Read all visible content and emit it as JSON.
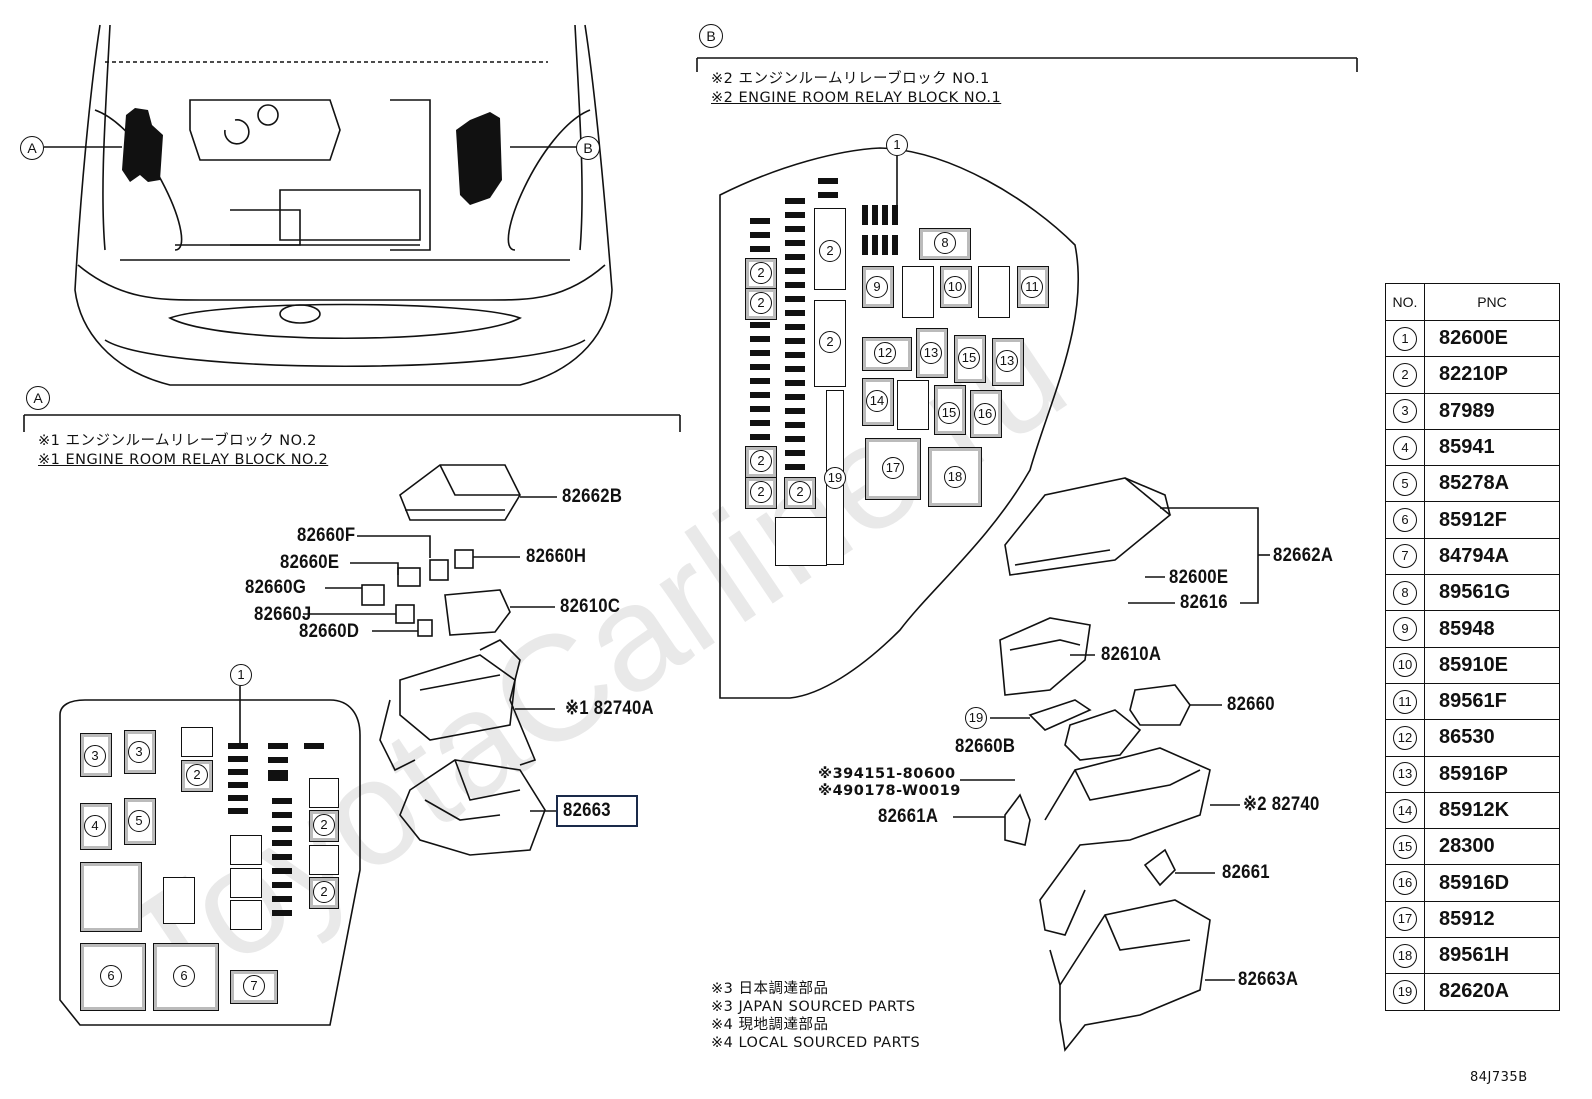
{
  "watermark": "ToyotaCarline.ru",
  "callouts": {
    "a": "A",
    "b": "B"
  },
  "section_a": {
    "tag": "A",
    "note_jp": "※1 エンジンルームリレーブロック NO.2",
    "note_en": "※1 ENGINE ROOM RELAY BLOCK NO.2",
    "parts": {
      "p82662B": "82662B",
      "p82660F": "82660F",
      "p82660E": "82660E",
      "p82660H": "82660H",
      "p82660G": "82660G",
      "p82660J": "82660J",
      "p82610C": "82610C",
      "p82660D": "82660D",
      "p82740A": "※1 82740A",
      "p82663": "82663"
    },
    "layout_circles": {
      "c1": "1",
      "c2a": "2",
      "c2b": "2",
      "c2c": "2",
      "c3a": "3",
      "c3b": "3",
      "c4": "4",
      "c5": "5",
      "c6a": "6",
      "c6b": "6",
      "c7": "7"
    }
  },
  "section_b": {
    "tag": "B",
    "note_jp": "※2 エンジンルームリレーブロック NO.1",
    "note_en": "※2 ENGINE ROOM RELAY BLOCK NO.1",
    "parts": {
      "p82662A": "82662A",
      "p82600E": "82600E",
      "p82616": "82616",
      "p82610A": "82610A",
      "p82660": "82660",
      "p82660B": "82660B",
      "p394151": "※394151-80600",
      "p490178": "※490178-W0019",
      "p82740": "※2 82740",
      "p82661A": "82661A",
      "p82661": "82661",
      "p82663A": "82663A"
    },
    "ref19": "19",
    "layout_circles": {
      "b1": "1",
      "b2a": "2",
      "b2b": "2",
      "b2c": "2",
      "b2d": "2",
      "b2e": "2",
      "b2f": "2",
      "b2g": "2",
      "b8": "8",
      "b9": "9",
      "b10": "10",
      "b11": "11",
      "b12": "12",
      "b13a": "13",
      "b13b": "13",
      "b14": "14",
      "b15a": "15",
      "b15b": "15",
      "b16": "16",
      "b17": "17",
      "b18": "18",
      "b19": "19"
    }
  },
  "footnotes": {
    "n3_jp": "※3 日本調達部品",
    "n3_en": "※3 JAPAN SOURCED PARTS",
    "n4_jp": "※4 現地調達部品",
    "n4_en": "※4 LOCAL SOURCED PARTS"
  },
  "pnc_table": {
    "col_no": "NO.",
    "col_pnc": "PNC",
    "rows": [
      {
        "no": "1",
        "pnc": "82600E"
      },
      {
        "no": "2",
        "pnc": "82210P"
      },
      {
        "no": "3",
        "pnc": "87989"
      },
      {
        "no": "4",
        "pnc": "85941"
      },
      {
        "no": "5",
        "pnc": "85278A"
      },
      {
        "no": "6",
        "pnc": "85912F"
      },
      {
        "no": "7",
        "pnc": "84794A"
      },
      {
        "no": "8",
        "pnc": "89561G"
      },
      {
        "no": "9",
        "pnc": "85948"
      },
      {
        "no": "10",
        "pnc": "85910E"
      },
      {
        "no": "11",
        "pnc": "89561F"
      },
      {
        "no": "12",
        "pnc": "86530"
      },
      {
        "no": "13",
        "pnc": "85916P"
      },
      {
        "no": "14",
        "pnc": "85912K"
      },
      {
        "no": "15",
        "pnc": "28300"
      },
      {
        "no": "16",
        "pnc": "85916D"
      },
      {
        "no": "17",
        "pnc": "85912"
      },
      {
        "no": "18",
        "pnc": "89561H"
      },
      {
        "no": "19",
        "pnc": "82620A"
      }
    ]
  },
  "diagram_id": "84J735B"
}
